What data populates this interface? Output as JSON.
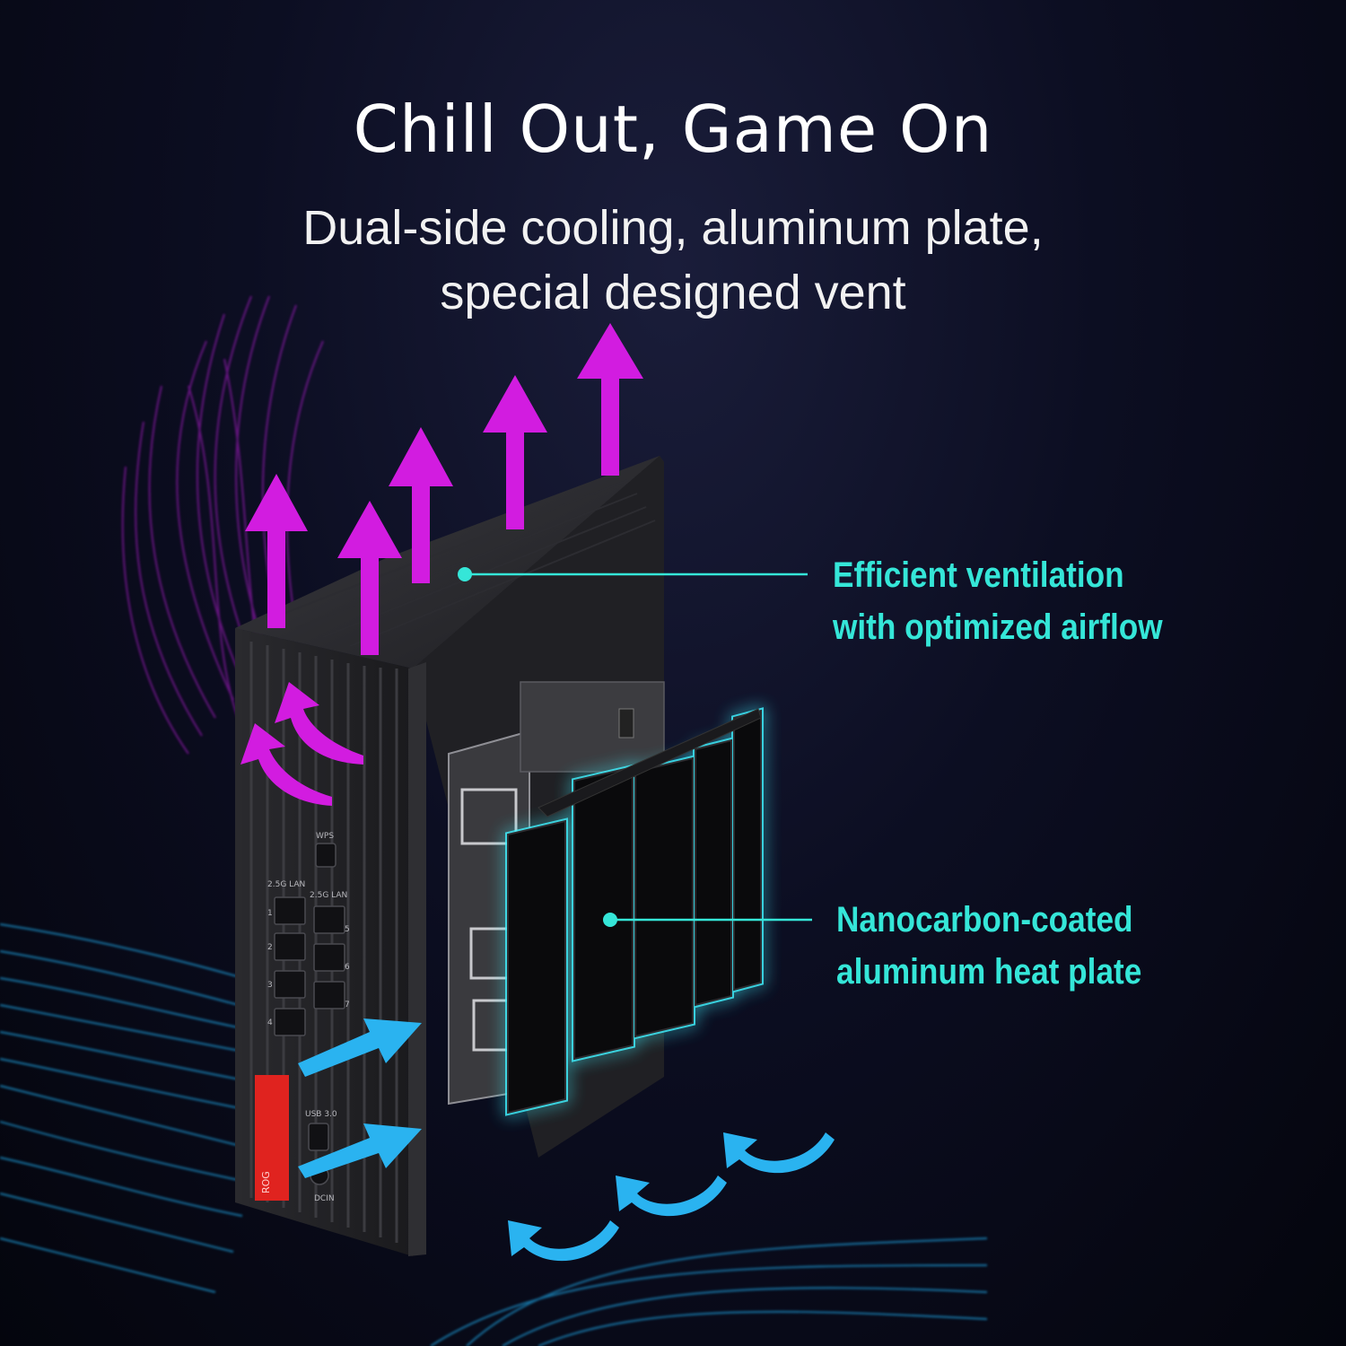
{
  "header": {
    "title": "Chill Out, Game On",
    "subtitle_line1": "Dual-side cooling, aluminum plate,",
    "subtitle_line2": "special designed vent"
  },
  "callouts": {
    "ventilation_line1": "Efficient ventilation",
    "ventilation_line2": "with optimized airflow",
    "heatplate_line1": "Nanocarbon-coated",
    "heatplate_line2": "aluminum heat plate"
  },
  "device": {
    "label_wps": "WPS",
    "label_lan1": "2.5G LAN",
    "label_lan2": "2.5G LAN",
    "label_usb": "USB 3.0",
    "label_dcin": "DCIN",
    "label_brand": "ROG",
    "port_numbers": [
      "1",
      "2",
      "3",
      "4",
      "5",
      "6",
      "7"
    ]
  },
  "colors": {
    "accent_cyan": "#35e6d8",
    "hot_air": "#d21ce0",
    "cool_air": "#2ab3f0",
    "background": "#0c0e22"
  }
}
